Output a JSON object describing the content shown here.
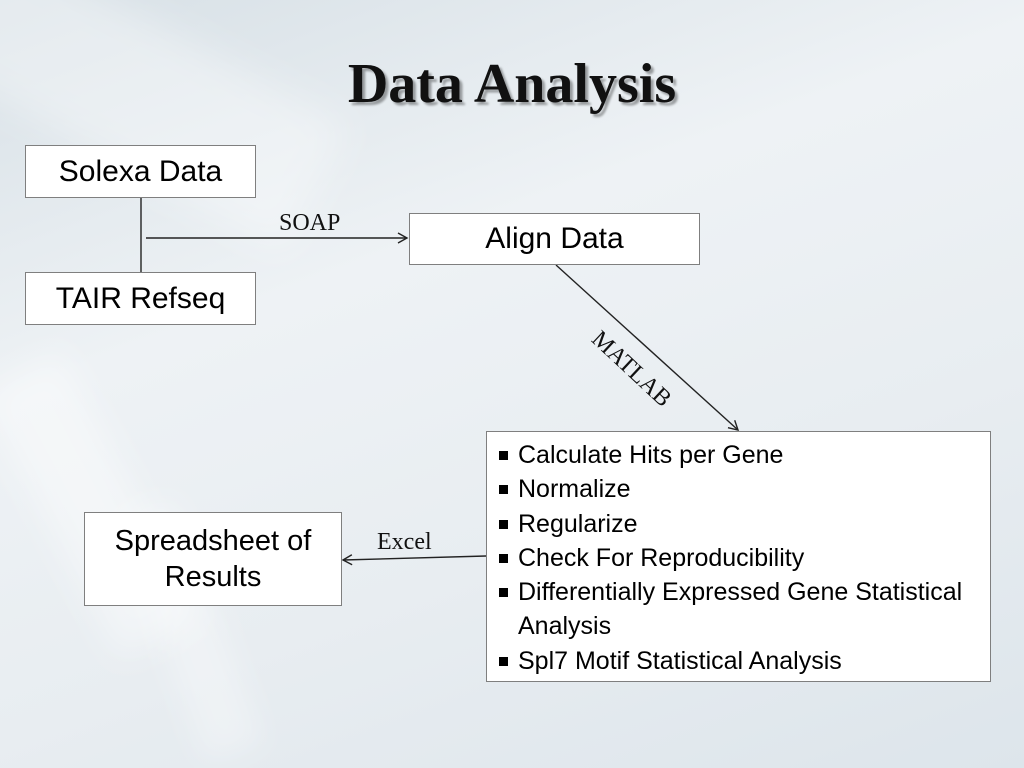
{
  "slide": {
    "title": "Data Analysis"
  },
  "nodes": {
    "solexa": "Solexa Data",
    "tair": "TAIR Refseq",
    "align": "Align Data",
    "spreadsheet_line1": "Spreadsheet of",
    "spreadsheet_line2": "Results"
  },
  "analysis_steps": [
    "Calculate Hits per Gene",
    "Normalize",
    "Regularize",
    "Check For Reproducibility",
    "Differentially Expressed Gene Statistical Analysis",
    "Spl7 Motif Statistical Analysis"
  ],
  "edges": {
    "soap": "SOAP",
    "matlab": "MATLAB",
    "excel": "Excel"
  },
  "colors": {
    "box_border": "#7f7f7f",
    "line": "#222222"
  }
}
